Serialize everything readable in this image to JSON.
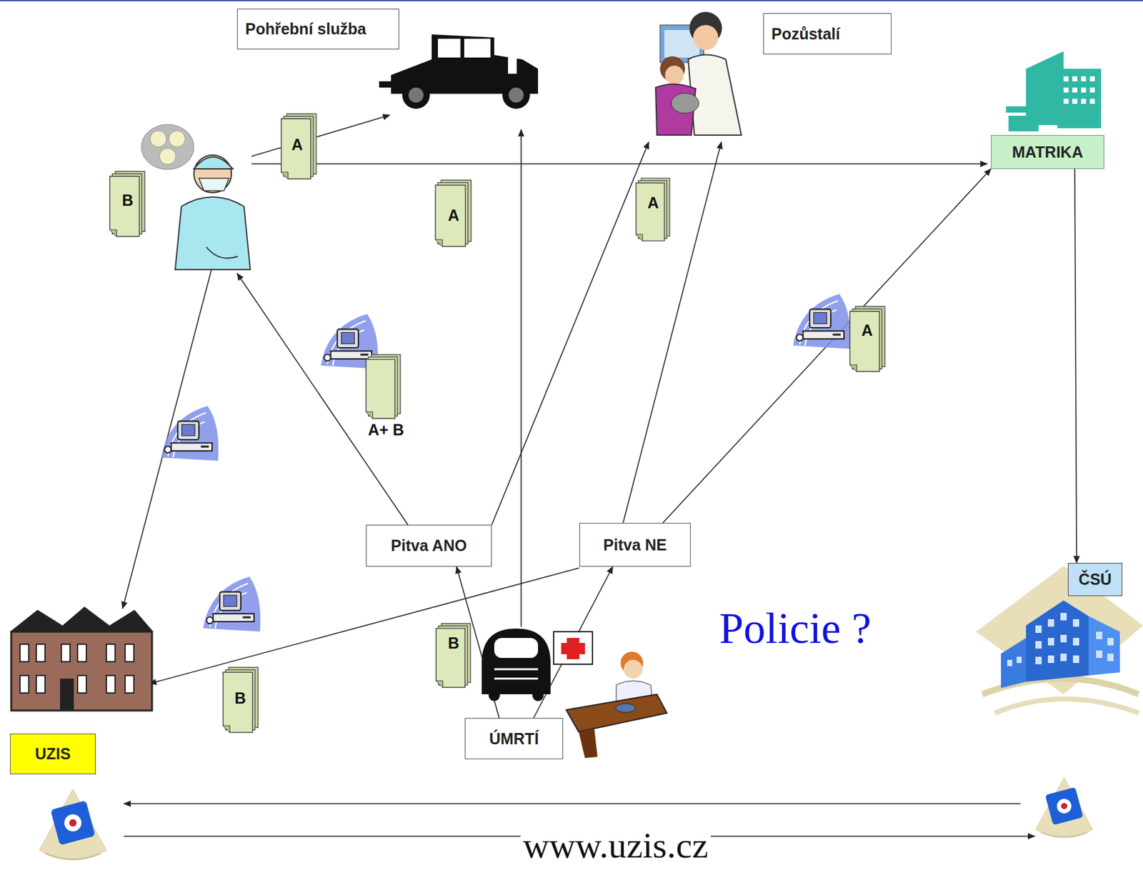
{
  "diagram": {
    "nodes": [
      {
        "text": [
          "Pohřební služba"
        ]
      },
      {
        "text": [
          "Pozůstalí"
        ]
      },
      {
        "text": [
          "MATRIKA"
        ]
      },
      {
        "text": [
          "Pitva ANO"
        ]
      },
      {
        "text": [
          "Pitva NE"
        ]
      },
      {
        "text": [
          "ČSÚ"
        ]
      },
      {
        "text": [
          "ÚMRTÍ"
        ]
      },
      {
        "text": [
          "UZIS"
        ]
      }
    ],
    "edges": [
      {
        "from": 6,
        "to": 3,
        "arrow": "to"
      },
      {
        "from": 6,
        "to": 4,
        "arrow": "to"
      },
      {
        "from": 4,
        "to": 2,
        "arrow": "to"
      },
      {
        "from": 2,
        "to": 5,
        "arrow": "to"
      }
    ],
    "labels": [
      "A",
      "B",
      "A",
      "A",
      "A",
      "A+ B",
      "Policie ?",
      "B",
      "B",
      "www.uzis.cz"
    ]
  }
}
